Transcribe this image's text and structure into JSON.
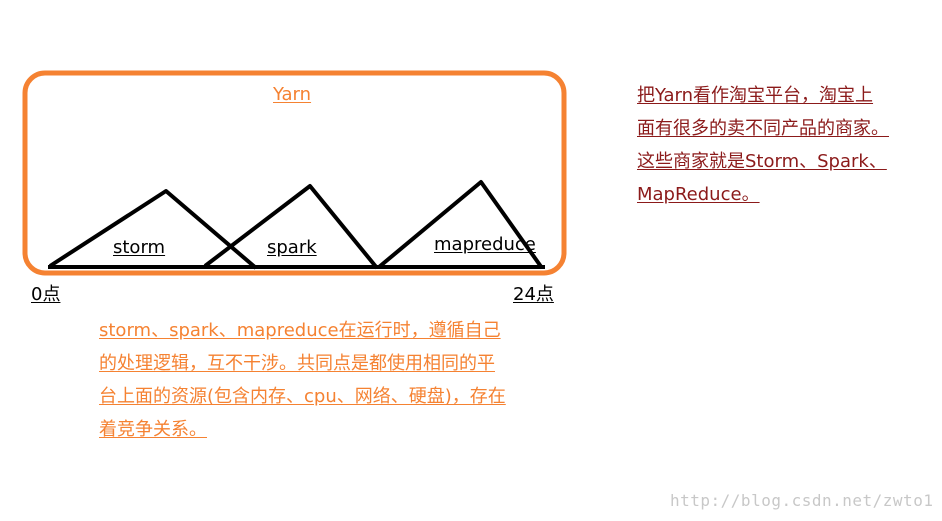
{
  "colors": {
    "accent_orange": "#f58232",
    "note_red": "#8b1a1a",
    "line_black": "#000000",
    "watermark_gray": "#c8c8c8"
  },
  "diagram": {
    "container_label": "Yarn",
    "frameworks": [
      {
        "label": "storm"
      },
      {
        "label": "spark"
      },
      {
        "label": "mapreduce"
      }
    ],
    "timeline": {
      "start_label": "0点",
      "end_label": "24点"
    }
  },
  "right_note": {
    "lines": [
      "把Yarn看作淘宝平台，淘宝上",
      "面有很多的卖不同产品的商家。",
      "这些商家就是Storm、Spark、",
      "MapReduce。"
    ]
  },
  "bottom_note": {
    "lines": [
      "storm、spark、mapreduce在运行时，遵循自己",
      "的处理逻辑，互不干涉。共同点是都使用相同的平",
      "台上面的资源(包含内存、cpu、网络、硬盘)，存在",
      "着竞争关系。"
    ]
  },
  "watermark": "http://blog.csdn.net/zwto1"
}
